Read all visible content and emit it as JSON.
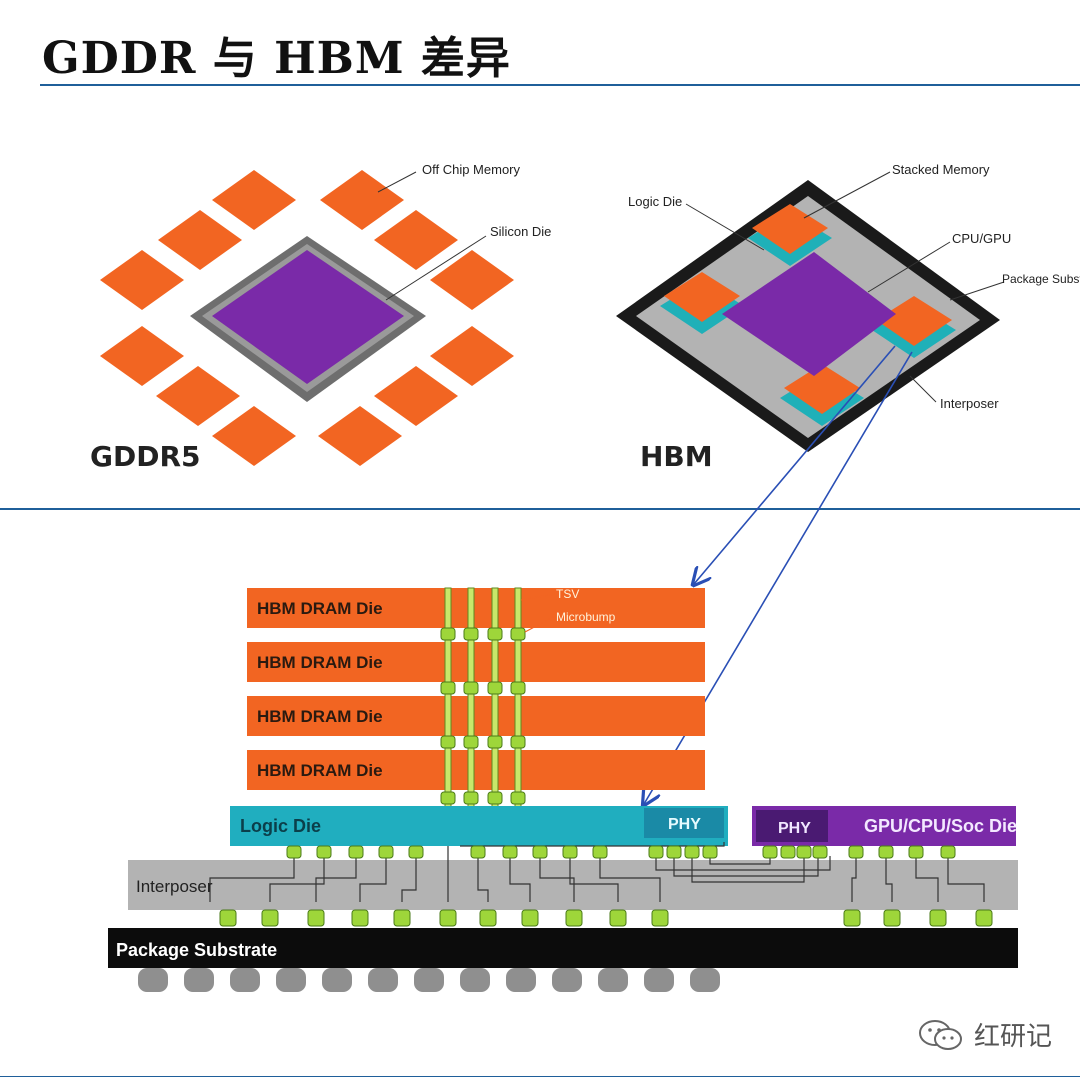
{
  "title": "GDDR 与 HBM 差异",
  "top_left": {
    "caption": "GDDR5",
    "labels": {
      "off_chip_memory": "Off Chip Memory",
      "silicon_die": "Silicon Die"
    }
  },
  "top_right": {
    "caption": "HBM",
    "labels": {
      "stacked_memory": "Stacked Memory",
      "logic_die": "Logic Die",
      "cpu_gpu": "CPU/GPU",
      "package_substrate": "Package Substrate",
      "interposer": "Interposer"
    }
  },
  "cross_section": {
    "dram_dies": [
      "HBM DRAM Die",
      "HBM DRAM Die",
      "HBM DRAM Die",
      "HBM DRAM Die"
    ],
    "tsv_label": "TSV",
    "microbump_label": "Microbump",
    "logic_die": "Logic Die",
    "phy_left": "PHY",
    "phy_right": "PHY",
    "gpu_die": "GPU/CPU/Soc Die",
    "interposer": "Interposer",
    "package_substrate": "Package Substrate"
  },
  "watermark": "红研记",
  "colors": {
    "memory_orange": "#f26522",
    "die_purple": "#7a2aa8",
    "logic_teal": "#20aebf",
    "interposer_gray": "#b3b3b3",
    "bump_green": "#9ed63a",
    "arrow_blue": "#2a4fb5",
    "rule_blue": "#1f5f9a"
  }
}
